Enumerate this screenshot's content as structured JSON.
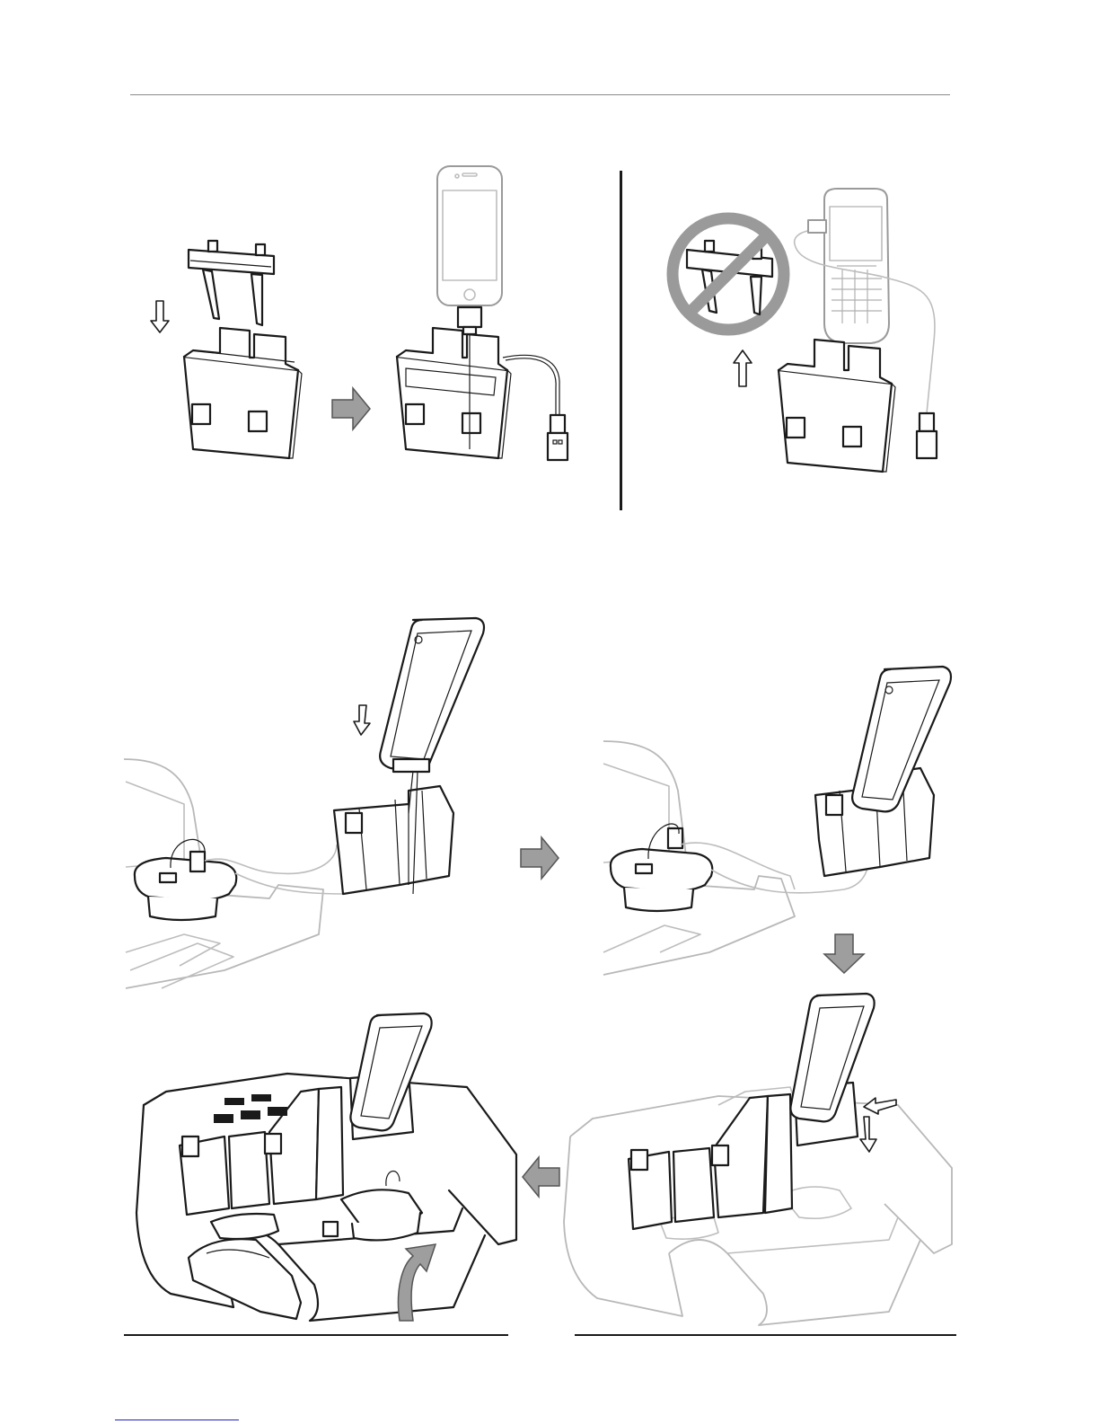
{
  "page": {
    "background": "#ffffff",
    "line_color": "#1a1a1a",
    "accent_gray": "#9e9e9e"
  },
  "figures": [
    {
      "id": "top-left",
      "subject": "cradle-insert-with-iphone",
      "icons": [
        "down-arrow-icon",
        "right-arrow-icon"
      ]
    },
    {
      "id": "top-right",
      "subject": "no-insert-with-blackberry",
      "icons": [
        "prohibition-icon",
        "up-arrow-icon"
      ]
    },
    {
      "id": "bottom",
      "subject": "dock-installation-sequence",
      "icons": [
        "right-arrow-icon",
        "down-arrow-icon",
        "left-arrow-icon",
        "curved-arrow-icon"
      ]
    }
  ]
}
